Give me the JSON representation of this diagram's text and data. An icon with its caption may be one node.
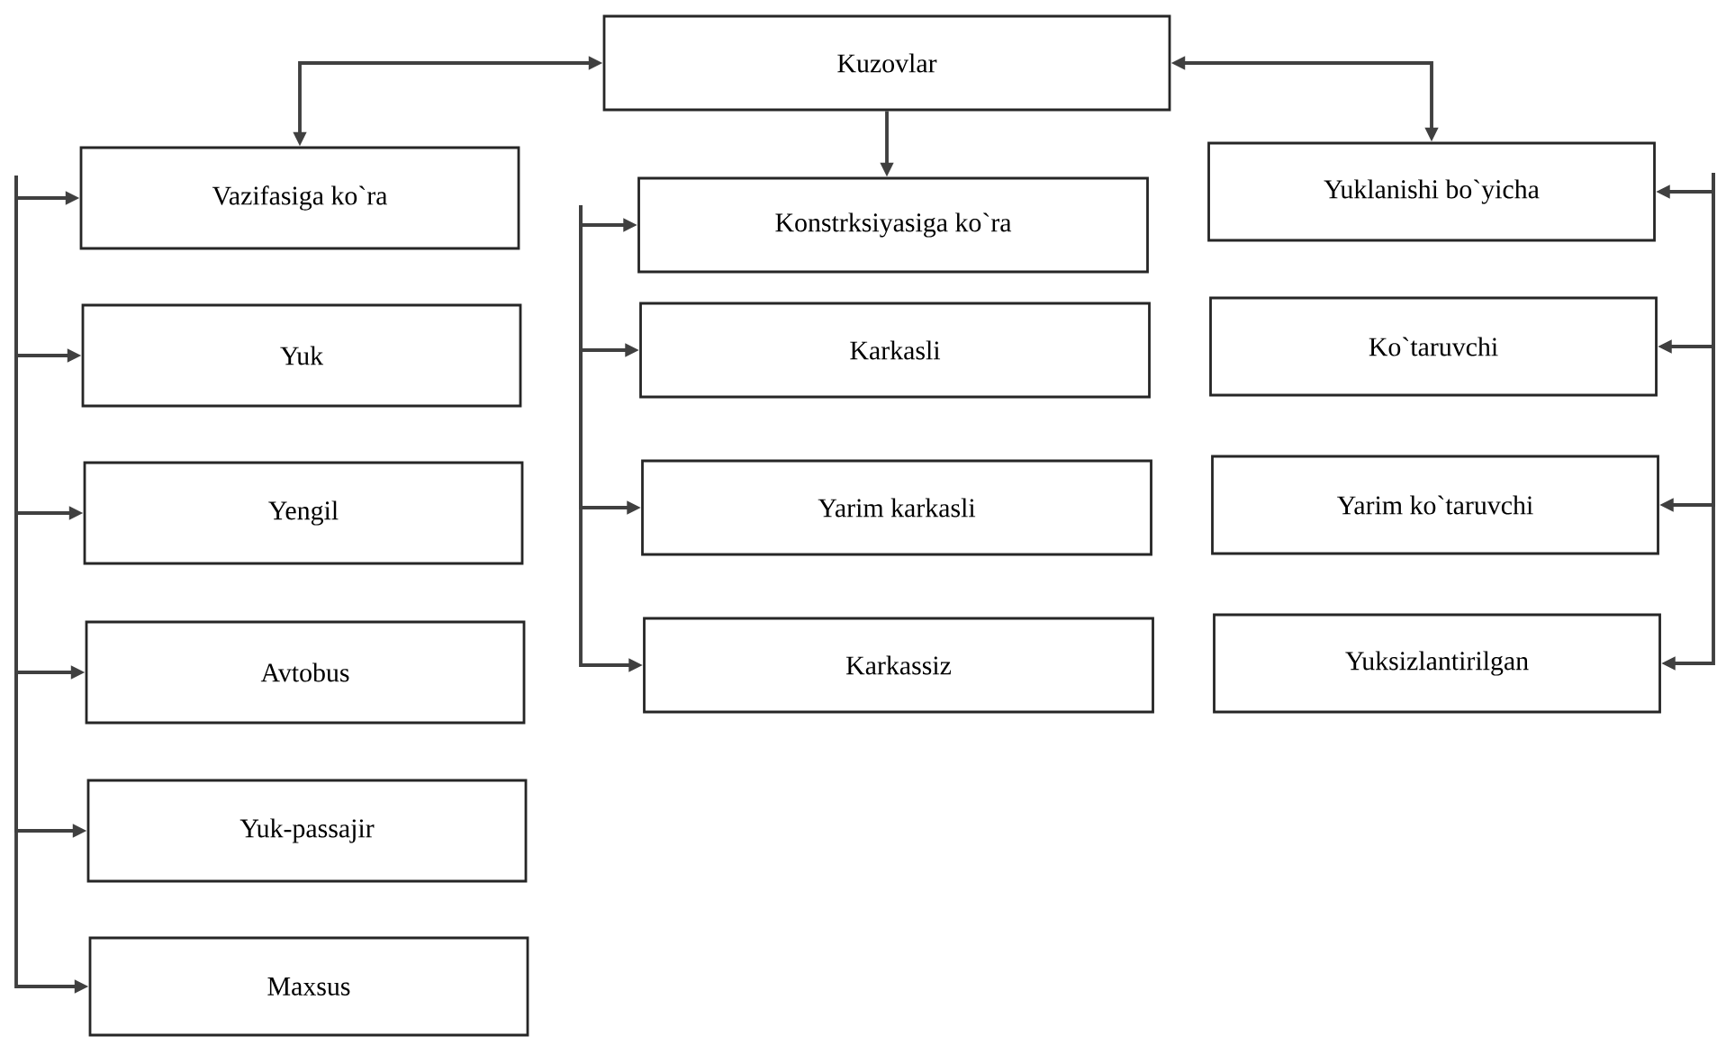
{
  "diagram": {
    "nodes": [
      {
        "text": [
          "Kuzovlar"
        ]
      },
      {
        "text": [
          "Vazifasiga ko`ra"
        ]
      },
      {
        "text": [
          "Yuk"
        ]
      },
      {
        "text": [
          "Yengil"
        ]
      },
      {
        "text": [
          "Avtobus"
        ]
      },
      {
        "text": [
          "Yuk-passajir"
        ]
      },
      {
        "text": [
          "Maxsus"
        ]
      },
      {
        "text": [
          "Konstrksiyasiga ko`ra"
        ]
      },
      {
        "text": [
          "Karkasli"
        ]
      },
      {
        "text": [
          "Yarim karkasli"
        ]
      },
      {
        "text": [
          "Karkassiz"
        ]
      },
      {
        "text": [
          "Yuklanishi bo`yicha"
        ]
      },
      {
        "text": [
          "Ko`taruvchi"
        ]
      },
      {
        "text": [
          "Yarim ko`taruvchi"
        ]
      },
      {
        "text": [
          "Yuksizlantirilgan"
        ]
      }
    ],
    "edges": [
      {
        "from": 0,
        "to": 1,
        "arrow": "both"
      },
      {
        "from": 0,
        "to": 7,
        "arrow": "to"
      },
      {
        "from": 0,
        "to": 11,
        "arrow": "both"
      },
      {
        "from": null,
        "to": 1,
        "arrow": "to"
      },
      {
        "from": null,
        "to": 2,
        "arrow": "to"
      },
      {
        "from": null,
        "to": 3,
        "arrow": "to"
      },
      {
        "from": null,
        "to": 4,
        "arrow": "to"
      },
      {
        "from": null,
        "to": 5,
        "arrow": "to"
      },
      {
        "from": null,
        "to": 6,
        "arrow": "to"
      },
      {
        "from": null,
        "to": 7,
        "arrow": "to"
      },
      {
        "from": null,
        "to": 8,
        "arrow": "to"
      },
      {
        "from": null,
        "to": 9,
        "arrow": "to"
      },
      {
        "from": null,
        "to": 10,
        "arrow": "to"
      },
      {
        "from": null,
        "to": 11,
        "arrow": "to"
      },
      {
        "from": null,
        "to": 12,
        "arrow": "to"
      },
      {
        "from": null,
        "to": 13,
        "arrow": "to"
      },
      {
        "from": null,
        "to": 14,
        "arrow": "to"
      }
    ]
  }
}
